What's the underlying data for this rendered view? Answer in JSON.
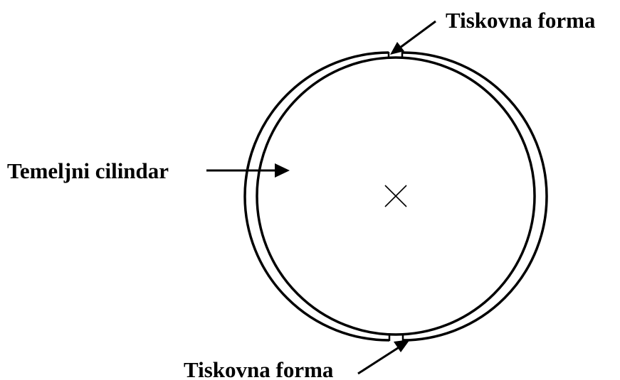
{
  "labels": {
    "top": "Tiskovna forma",
    "left": "Temeljni cilindar",
    "bottom": "Tiskovna forma"
  },
  "colors": {
    "line": "#000000",
    "background": "#ffffff"
  },
  "center_mark": "x-mark"
}
